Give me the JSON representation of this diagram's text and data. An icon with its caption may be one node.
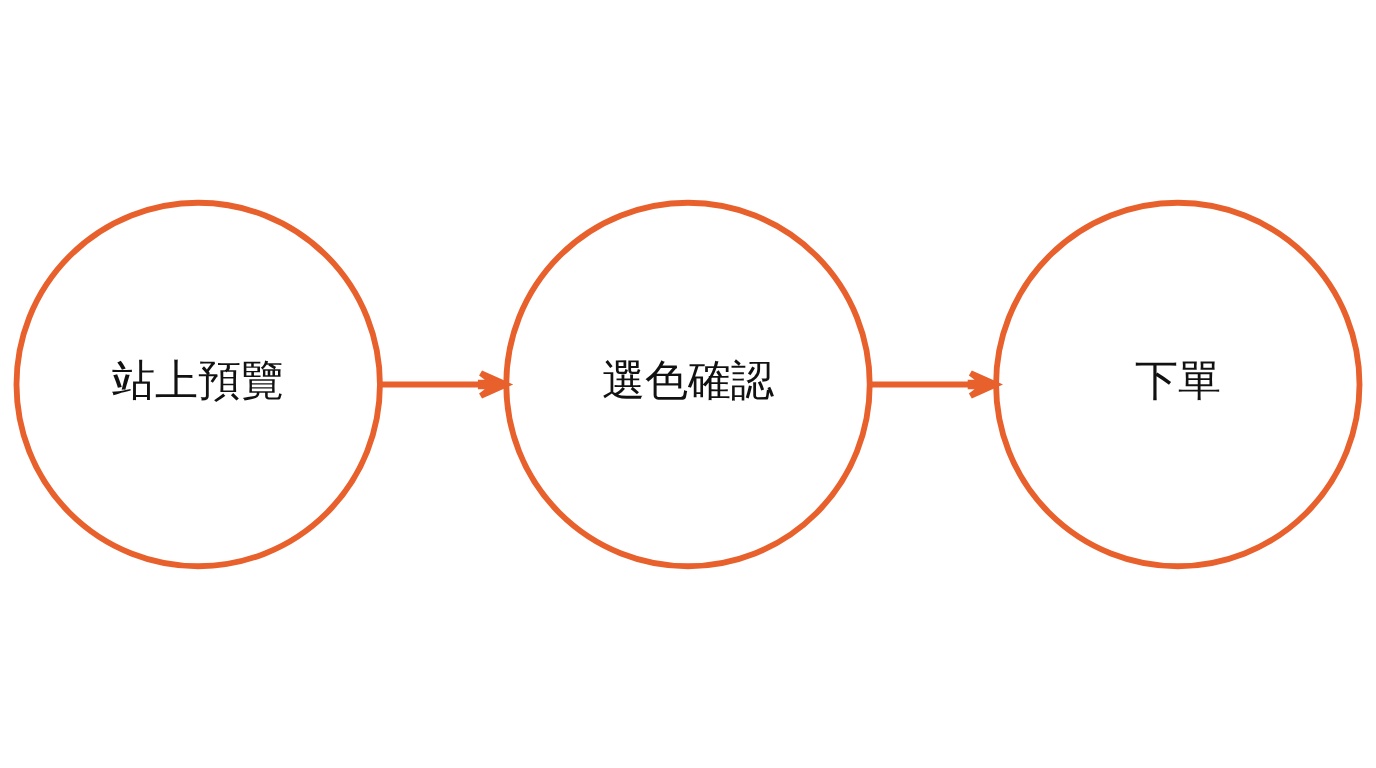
{
  "diagram": {
    "nodes": [
      {
        "text": [
          "站上預覽"
        ]
      },
      {
        "text": [
          "選色確認"
        ]
      },
      {
        "text": [
          "下單"
        ]
      }
    ],
    "edges": [
      {
        "from": 0,
        "to": 1,
        "arrow": "to"
      },
      {
        "from": 1,
        "to": 2,
        "arrow": "to"
      }
    ]
  }
}
